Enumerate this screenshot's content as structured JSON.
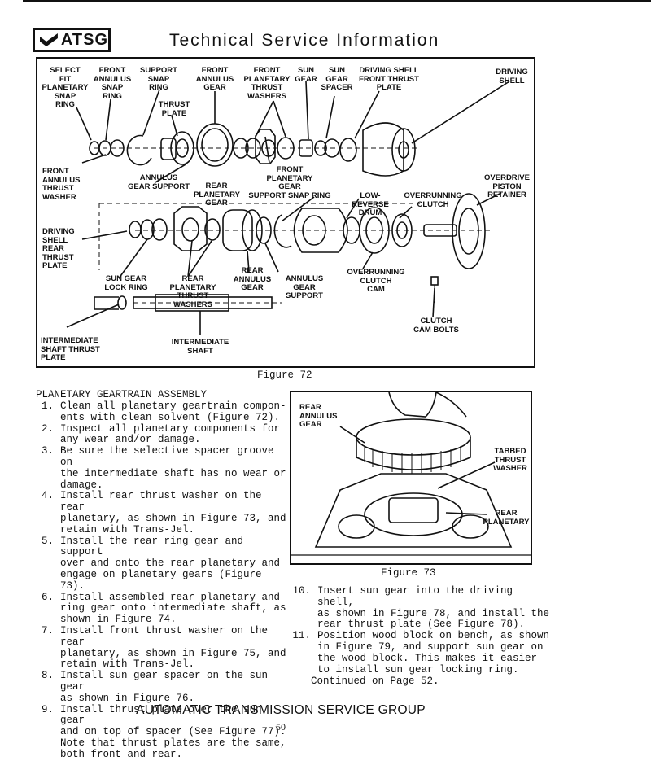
{
  "header": {
    "logo_text": "ATSG",
    "title": "Technical Service Information"
  },
  "figure72": {
    "caption": "Figure 72",
    "labels": {
      "select_fit": "SELECT\nFIT\nPLANETARY\nSNAP\nRING",
      "front_annulus_snap": "FRONT\nANNULUS\nSNAP\nRING",
      "support_snap": "SUPPORT\nSNAP\nRING",
      "thrust_plate": "THRUST\nPLATE",
      "front_annulus_gear": "FRONT\nANNULUS\nGEAR",
      "front_planetary_thrust": "FRONT\nPLANETARY\nTHRUST\nWASHERS",
      "sun_gear": "SUN\nGEAR",
      "sun_gear_spacer": "SUN\nGEAR\nSPACER",
      "driving_shell_front": "DRIVING SHELL\nFRONT THRUST\nPLATE",
      "driving_shell": "DRIVING\nSHELL",
      "front_annulus_thrust": "FRONT\nANNULUS\nTHRUST\nWASHER",
      "annulus_gear_support": "ANNULUS\nGEAR SUPPORT",
      "rear_planetary_gear": "REAR\nPLANETARY\nGEAR",
      "front_planetary_gear": "FRONT\nPLANETARY\nGEAR",
      "support_snap_ring": "SUPPORT SNAP RING",
      "low_reverse_drum": "LOW-REVERSE\nDRUM",
      "overrunning_clutch": "OVERRUNNING\nCLUTCH",
      "overdrive_piston": "OVERDRIVE\nPISTON\nRETAINER",
      "driving_shell_rear": "DRIVING\nSHELL\nREAR\nTHRUST\nPLATE",
      "sun_gear_lock": "SUN GEAR\nLOCK RING",
      "rear_planetary_thrust": "REAR PLANETARY\nTHRUST WASHERS",
      "rear_annulus_gear": "REAR\nANNULUS\nGEAR",
      "annulus_gear_support2": "ANNULUS GEAR\nSUPPORT",
      "overrunning_clutch_cam": "OVERRUNNING\nCLUTCH\nCAM",
      "clutch_cam_bolts": "CLUTCH\nCAM BOLTS",
      "intermediate_shaft_thrust": "INTERMEDIATE\nSHAFT THRUST\nPLATE",
      "intermediate_shaft": "INTERMEDIATE\nSHAFT"
    }
  },
  "section": {
    "title": "PLANETARY GEARTRAIN ASSEMBLY",
    "steps": [
      {
        "n": "1.",
        "text": "Clean all planetary geartrain compon-\nents with clean solvent (Figure 72)."
      },
      {
        "n": "2.",
        "text": "Inspect all planetary components for\nany wear and/or damage."
      },
      {
        "n": "3.",
        "text": "Be sure the selective spacer groove on\nthe intermediate shaft has no wear or\ndamage."
      },
      {
        "n": "4.",
        "text": "Install rear thrust washer on the rear\nplanetary, as shown in Figure 73, and\nretain with Trans-Jel."
      },
      {
        "n": "5.",
        "text": "Install the rear ring gear and support\nover and onto the rear planetary and\nengage on planetary gears (Figure 73)."
      },
      {
        "n": "6.",
        "text": "Install assembled rear planetary and\nring gear onto intermediate shaft, as\nshown in Figure 74."
      },
      {
        "n": "7.",
        "text": "Install front thrust washer on the rear\nplanetary, as shown in Figure 75, and\nretain with Trans-Jel."
      },
      {
        "n": "8.",
        "text": "Install sun gear spacer on the sun gear\nas shown in Figure 76."
      },
      {
        "n": "9.",
        "text": "Install thrust plate over the sun gear\nand on top of spacer (See Figure 77).\nNote that thrust plates are the same,\nboth front and rear."
      }
    ],
    "steps_right": [
      {
        "n": "10.",
        "text": "Insert sun gear into the driving shell,\nas shown in Figure 78, and install the\nrear thrust plate (See Figure 78)."
      },
      {
        "n": "11.",
        "text": "Position wood block on bench, as shown\nin Figure 79, and support sun gear on\nthe wood block. This makes it easier\nto install sun gear locking ring."
      }
    ],
    "continued": "Continued on Page 52."
  },
  "figure73": {
    "caption": "Figure 73",
    "labels": {
      "rear_annulus_gear": "REAR\nANNULUS\nGEAR",
      "tabbed_thrust_washer": "TABBED\nTHRUST\nWASHER",
      "rear_planetary": "REAR\nPLANETARY"
    }
  },
  "footer": {
    "org": "AUTOMATIC TRANSMISSION SERVICE GROUP",
    "page": "50"
  }
}
